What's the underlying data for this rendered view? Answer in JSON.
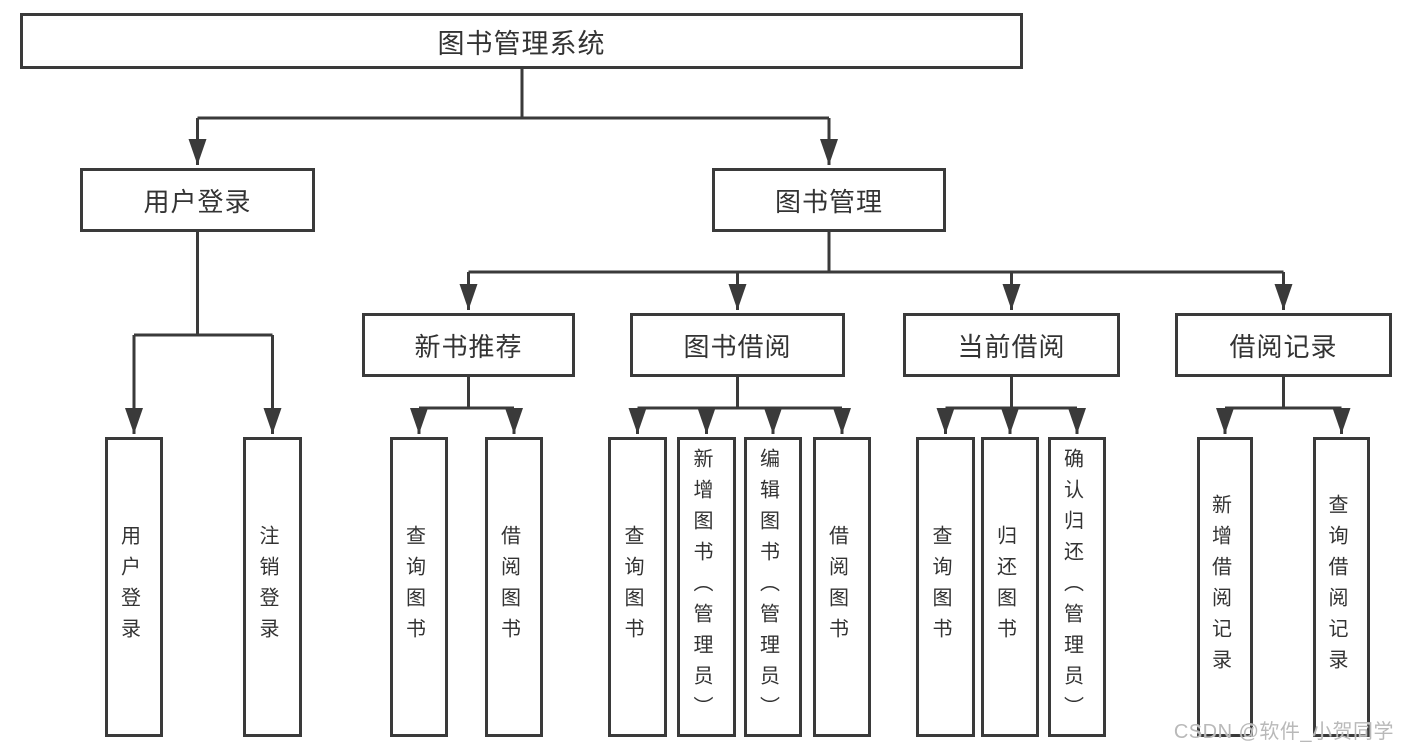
{
  "tree": {
    "root": {
      "label": "图书管理系统",
      "children": [
        {
          "label": "用户登录",
          "children": [
            {
              "label": "用户登录"
            },
            {
              "label": "注销登录"
            }
          ]
        },
        {
          "label": "图书管理",
          "children": [
            {
              "label": "新书推荐",
              "children": [
                {
                  "label": "查询图书"
                },
                {
                  "label": "借阅图书"
                }
              ]
            },
            {
              "label": "图书借阅",
              "children": [
                {
                  "label": "查询图书"
                },
                {
                  "label": "新增图书（管理员）"
                },
                {
                  "label": "编辑图书（管理员）"
                },
                {
                  "label": "借阅图书"
                }
              ]
            },
            {
              "label": "当前借阅",
              "children": [
                {
                  "label": "查询图书"
                },
                {
                  "label": "归还图书"
                },
                {
                  "label": "确认归还（管理员）"
                }
              ]
            },
            {
              "label": "借阅记录",
              "children": [
                {
                  "label": "新增借阅记录"
                },
                {
                  "label": "查询借阅记录"
                }
              ]
            }
          ]
        }
      ]
    }
  },
  "watermark": {
    "text": "CSDN @软件_小贺同学"
  },
  "colors": {
    "line": "#3a3a3a",
    "text": "#333333",
    "watermark": "#b9b9b9",
    "background": "#ffffff"
  }
}
